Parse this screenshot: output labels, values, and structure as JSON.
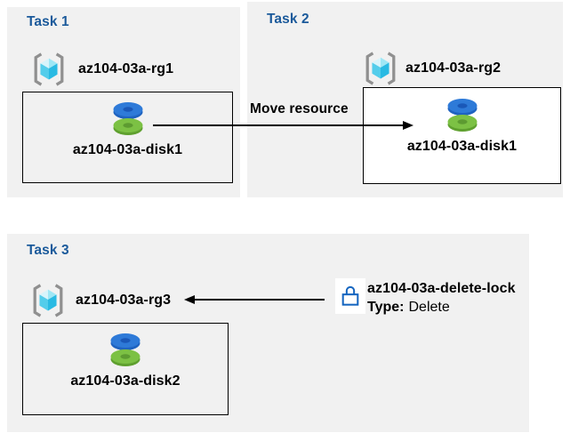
{
  "diagram": {
    "colors": {
      "panel_background": "#f1f1f1",
      "title_blue": "#1b5a9b",
      "box_border": "#000000",
      "arrow": "#000000",
      "lock_blue": "#1565c0",
      "disk_blue": "#2e7ad8",
      "disk_blue_dark": "#1a58b8",
      "disk_green": "#7cc144",
      "disk_green_dark": "#5d9b31",
      "rg_bracket_gray": "#909090",
      "rg_cube_cyan": "#29bae3"
    }
  },
  "task1": {
    "title": "Task 1",
    "resource_group": "az104-03a-rg1",
    "disk": "az104-03a-disk1"
  },
  "task2": {
    "title": "Task 2",
    "resource_group": "az104-03a-rg2",
    "disk": "az104-03a-disk1"
  },
  "task3": {
    "title": "Task 3",
    "resource_group": "az104-03a-rg3",
    "disk": "az104-03a-disk2",
    "lock_name": "az104-03a-delete-lock",
    "lock_type_label": "Type:",
    "lock_type_value": "Delete"
  },
  "move_arrow": {
    "label": "Move resource"
  }
}
